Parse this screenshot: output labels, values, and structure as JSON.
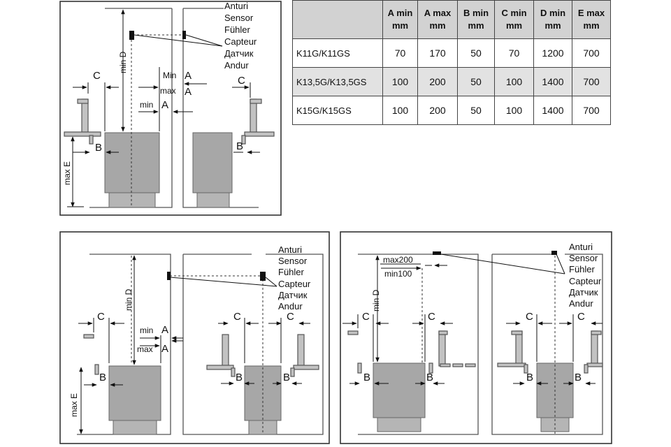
{
  "sensor_labels": [
    "Anturi",
    "Sensor",
    "Fühler",
    "Capteur",
    "Датчик",
    "Andur"
  ],
  "dimension_labels": {
    "c": "C",
    "b": "B",
    "a": "A",
    "min": "min",
    "max": "max",
    "min_cap": "Min",
    "min_d": "min D",
    "max_e": "max E",
    "max200": "max200",
    "min100": "min100"
  },
  "table": {
    "columns": [
      {
        "line1": "",
        "line2": ""
      },
      {
        "line1": "A min",
        "line2": "mm"
      },
      {
        "line1": "A max",
        "line2": "mm"
      },
      {
        "line1": "B min",
        "line2": "mm"
      },
      {
        "line1": "C min",
        "line2": "mm"
      },
      {
        "line1": "D min",
        "line2": "mm"
      },
      {
        "line1": "E max",
        "line2": "mm"
      }
    ],
    "rows": [
      {
        "model": "K11G/K11GS",
        "a_min": "70",
        "a_max": "170",
        "b_min": "50",
        "c_min": "70",
        "d_min": "1200",
        "e_max": "700"
      },
      {
        "model": "K13,5G/K13,5GS",
        "a_min": "100",
        "a_max": "200",
        "b_min": "50",
        "c_min": "100",
        "d_min": "1400",
        "e_max": "700"
      },
      {
        "model": "K15G/K15GS",
        "a_min": "100",
        "a_max": "200",
        "b_min": "50",
        "c_min": "100",
        "d_min": "1400",
        "e_max": "700"
      }
    ]
  },
  "colors": {
    "heater": "#a7a7a7",
    "frame": "#333333",
    "table_header": "#d2d2d2",
    "table_shade": "#e2e2e2"
  }
}
